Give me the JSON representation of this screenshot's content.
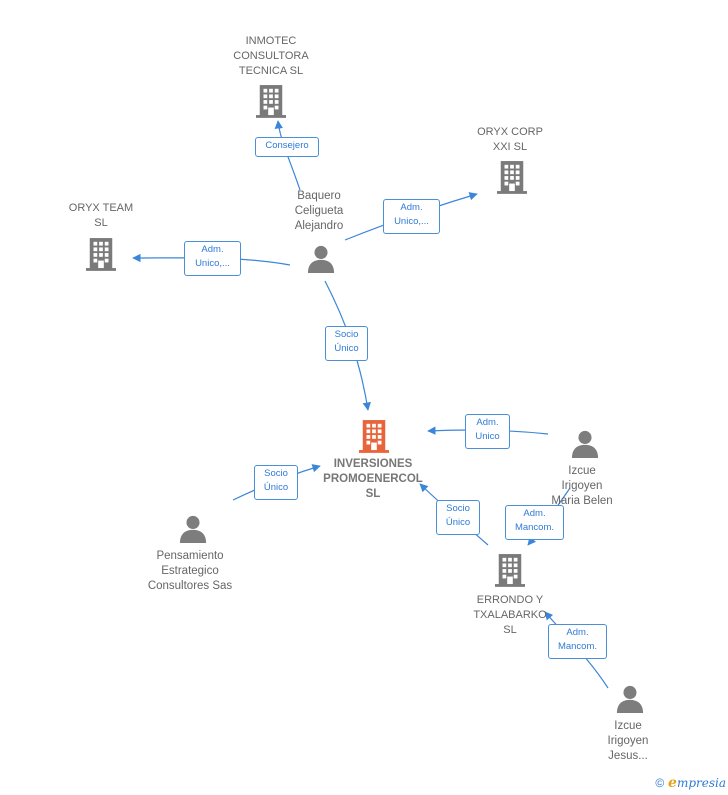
{
  "colors": {
    "edge": "#3b86d8",
    "company": "#777777",
    "main_company": "#e8643a",
    "person": "#7d7d7d"
  },
  "nodes": {
    "inmotec": "INMOTEC\nCONSULTORA\nTECNICA SL",
    "oryx_corp": "ORYX CORP\nXXI  SL",
    "oryx_team": "ORYX TEAM\nSL",
    "baquero": "Baquero\nCeligueta\nAlejandro",
    "main": "INVERSIONES\nPROMOENERCOL\nSL",
    "izcue_maria": "Izcue\nIrigoyen\nMaria Belen",
    "pensamiento": "Pensamiento\nEstrategico\nConsultores Sas",
    "errondo": "ERRONDO Y\nTXALABARKO\nSL",
    "izcue_jesus": "Izcue\nIrigoyen\nJesus..."
  },
  "edges": {
    "consejero": "Consejero",
    "adm_oryx_corp": "Adm.\nUnico,...",
    "adm_oryx_team": "Adm.\nUnico,...",
    "socio_baquero": "Socio\nÚnico",
    "adm_maria": "Adm.\nUnico",
    "socio_pensamiento": "Socio\nÚnico",
    "socio_errondo": "Socio\nÚnico",
    "mancom_maria": "Adm.\nMancom.",
    "mancom_jesus": "Adm.\nMancom."
  },
  "footer": {
    "copyright": "©",
    "brand_initial": "e",
    "brand_rest": "mpresia"
  }
}
